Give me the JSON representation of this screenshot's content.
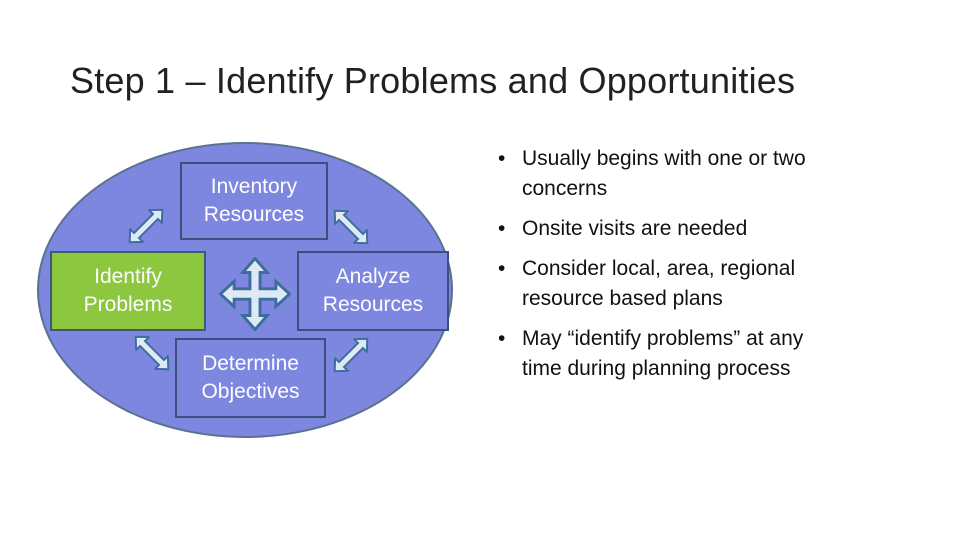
{
  "slide": {
    "title": "Step 1 – Identify Problems and Opportunities"
  },
  "diagram": {
    "nodes": [
      {
        "label": "Inventory Resources",
        "variant": "blue"
      },
      {
        "label": "Identify Problems",
        "variant": "green"
      },
      {
        "label": "Analyze Resources",
        "variant": "blue"
      },
      {
        "label": "Determine Objectives",
        "variant": "blue"
      }
    ],
    "center_icon": "four-way-arrow",
    "diagonal_arrows": [
      {
        "position": "top-left",
        "direction": "ne-sw"
      },
      {
        "position": "top-right",
        "direction": "nw-se"
      },
      {
        "position": "bottom-left",
        "direction": "nw-se"
      },
      {
        "position": "bottom-right",
        "direction": "ne-sw"
      }
    ]
  },
  "bullets": {
    "marker": "•",
    "items": [
      "Usually begins with one or two\nconcerns",
      "Onsite visits are needed",
      "Consider local, area, regional\nresource based plans",
      "May “identify problems” at any\ntime during planning process"
    ]
  },
  "colors": {
    "ellipse_fill": "#7d87e0",
    "ellipse_border": "#5a7190",
    "node_blue_fill": "#7d87e0",
    "node_border": "#3d4f7e",
    "node_green_fill": "#8dc63f",
    "node_green_border": "#3e5a71",
    "arrow_fill": "#dde9f5",
    "arrow_stroke": "#3c6d9c",
    "title_color": "#212121",
    "text_color": "#111111"
  }
}
